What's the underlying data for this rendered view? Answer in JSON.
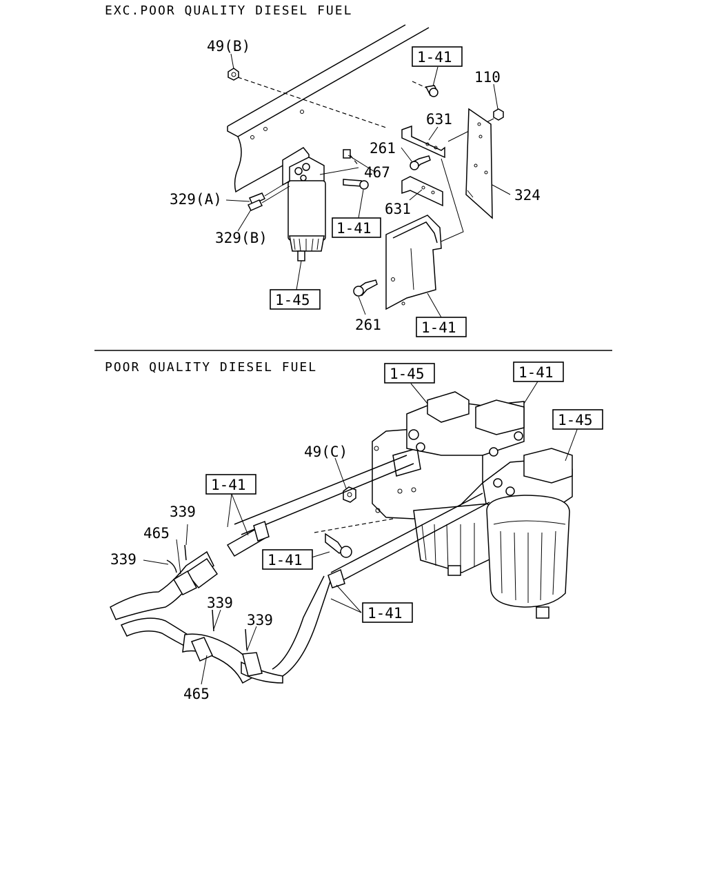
{
  "sections": {
    "top_title": "EXC.POOR QUALITY DIESEL FUEL",
    "bottom_title": "POOR QUALITY DIESEL FUEL"
  },
  "top_labels": {
    "p49b": "49(B)",
    "ref141a": "1-41",
    "p110": "110",
    "p631a": "631",
    "p261a": "261",
    "p467": "467",
    "p329a": "329(A)",
    "p324": "324",
    "p631b": "631",
    "ref141b": "1-41",
    "p329b": "329(B)",
    "ref145": "1-45",
    "p261b": "261",
    "ref141c": "1-41"
  },
  "bottom_labels": {
    "ref145a": "1-45",
    "ref141a": "1-41",
    "ref145b": "1-45",
    "p49c": "49(C)",
    "ref141b": "1-41",
    "p339a": "339",
    "p465a": "465",
    "p339b": "339",
    "ref141c": "1-41",
    "ref141d": "1-41",
    "p339c": "339",
    "p339d": "339",
    "p465b": "465"
  }
}
